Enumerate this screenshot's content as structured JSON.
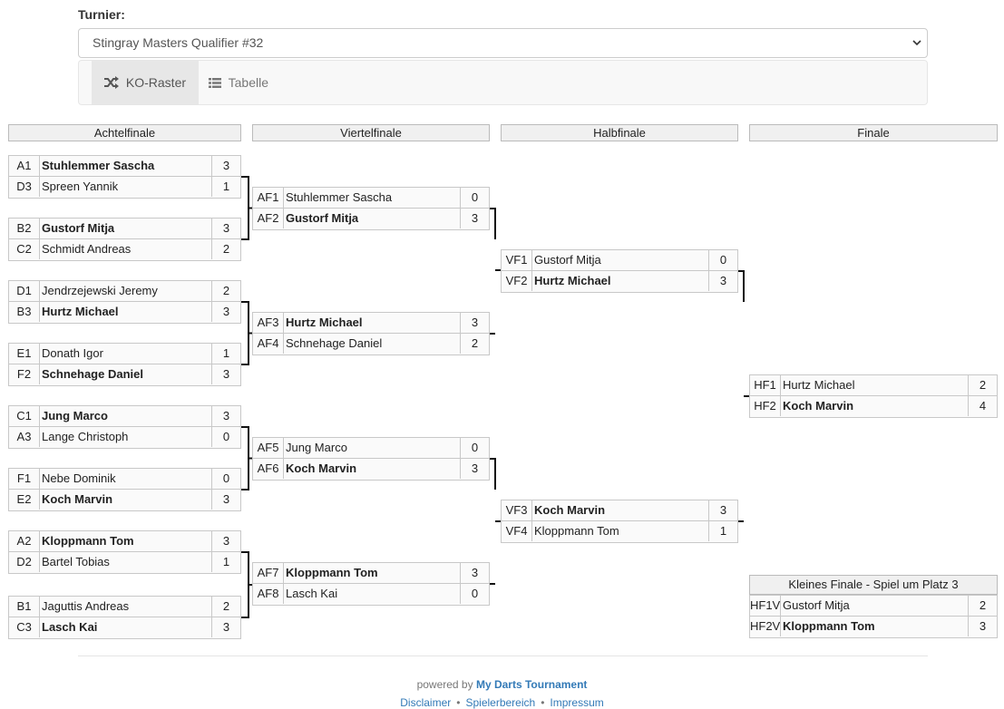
{
  "header": {
    "turnier_label": "Turnier:",
    "select_value": "Stingray Masters Qualifier #32"
  },
  "tabs": [
    {
      "label": "KO-Raster",
      "icon": "shuffle-icon",
      "active": true
    },
    {
      "label": "Tabelle",
      "icon": "list-icon",
      "active": false
    }
  ],
  "rounds": [
    "Achtelfinale",
    "Viertelfinale",
    "Halbfinale",
    "Finale"
  ],
  "matches": {
    "r16": [
      [
        {
          "code": "A1",
          "name": "Stuhlemmer Sascha",
          "score": "3",
          "win": true
        },
        {
          "code": "D3",
          "name": "Spreen Yannik",
          "score": "1",
          "win": false
        }
      ],
      [
        {
          "code": "B2",
          "name": "Gustorf Mitja",
          "score": "3",
          "win": true
        },
        {
          "code": "C2",
          "name": "Schmidt Andreas",
          "score": "2",
          "win": false
        }
      ],
      [
        {
          "code": "D1",
          "name": "Jendrzejewski Jeremy",
          "score": "2",
          "win": false
        },
        {
          "code": "B3",
          "name": "Hurtz Michael",
          "score": "3",
          "win": true
        }
      ],
      [
        {
          "code": "E1",
          "name": "Donath Igor",
          "score": "1",
          "win": false
        },
        {
          "code": "F2",
          "name": "Schnehage Daniel",
          "score": "3",
          "win": true
        }
      ],
      [
        {
          "code": "C1",
          "name": "Jung Marco",
          "score": "3",
          "win": true
        },
        {
          "code": "A3",
          "name": "Lange Christoph",
          "score": "0",
          "win": false
        }
      ],
      [
        {
          "code": "F1",
          "name": "Nebe Dominik",
          "score": "0",
          "win": false
        },
        {
          "code": "E2",
          "name": "Koch Marvin",
          "score": "3",
          "win": true
        }
      ],
      [
        {
          "code": "A2",
          "name": "Kloppmann Tom",
          "score": "3",
          "win": true
        },
        {
          "code": "D2",
          "name": "Bartel Tobias",
          "score": "1",
          "win": false
        }
      ],
      [
        {
          "code": "B1",
          "name": "Jaguttis Andreas",
          "score": "2",
          "win": false
        },
        {
          "code": "C3",
          "name": "Lasch Kai",
          "score": "3",
          "win": true
        }
      ]
    ],
    "qf": [
      [
        {
          "code": "AF1",
          "name": "Stuhlemmer Sascha",
          "score": "0",
          "win": false
        },
        {
          "code": "AF2",
          "name": "Gustorf Mitja",
          "score": "3",
          "win": true
        }
      ],
      [
        {
          "code": "AF3",
          "name": "Hurtz Michael",
          "score": "3",
          "win": true
        },
        {
          "code": "AF4",
          "name": "Schnehage Daniel",
          "score": "2",
          "win": false
        }
      ],
      [
        {
          "code": "AF5",
          "name": "Jung Marco",
          "score": "0",
          "win": false
        },
        {
          "code": "AF6",
          "name": "Koch Marvin",
          "score": "3",
          "win": true
        }
      ],
      [
        {
          "code": "AF7",
          "name": "Kloppmann Tom",
          "score": "3",
          "win": true
        },
        {
          "code": "AF8",
          "name": "Lasch Kai",
          "score": "0",
          "win": false
        }
      ]
    ],
    "sf": [
      [
        {
          "code": "VF1",
          "name": "Gustorf Mitja",
          "score": "0",
          "win": false
        },
        {
          "code": "VF2",
          "name": "Hurtz Michael",
          "score": "3",
          "win": true
        }
      ],
      [
        {
          "code": "VF3",
          "name": "Koch Marvin",
          "score": "3",
          "win": true
        },
        {
          "code": "VF4",
          "name": "Kloppmann Tom",
          "score": "1",
          "win": false
        }
      ]
    ],
    "final": [
      [
        {
          "code": "HF1",
          "name": "Hurtz Michael",
          "score": "2",
          "win": false
        },
        {
          "code": "HF2",
          "name": "Koch Marvin",
          "score": "4",
          "win": true
        }
      ]
    ],
    "third_place_title": "Kleines Finale - Spiel um Platz 3",
    "third_place": [
      [
        {
          "code": "HF1V",
          "name": "Gustorf Mitja",
          "score": "2",
          "win": false
        },
        {
          "code": "HF2V",
          "name": "Kloppmann Tom",
          "score": "3",
          "win": true
        }
      ]
    ]
  },
  "footer": {
    "powered_by": "powered by",
    "brand": "My Darts Tournament",
    "links": [
      "Disclaimer",
      "Spielerbereich",
      "Impressum"
    ]
  }
}
